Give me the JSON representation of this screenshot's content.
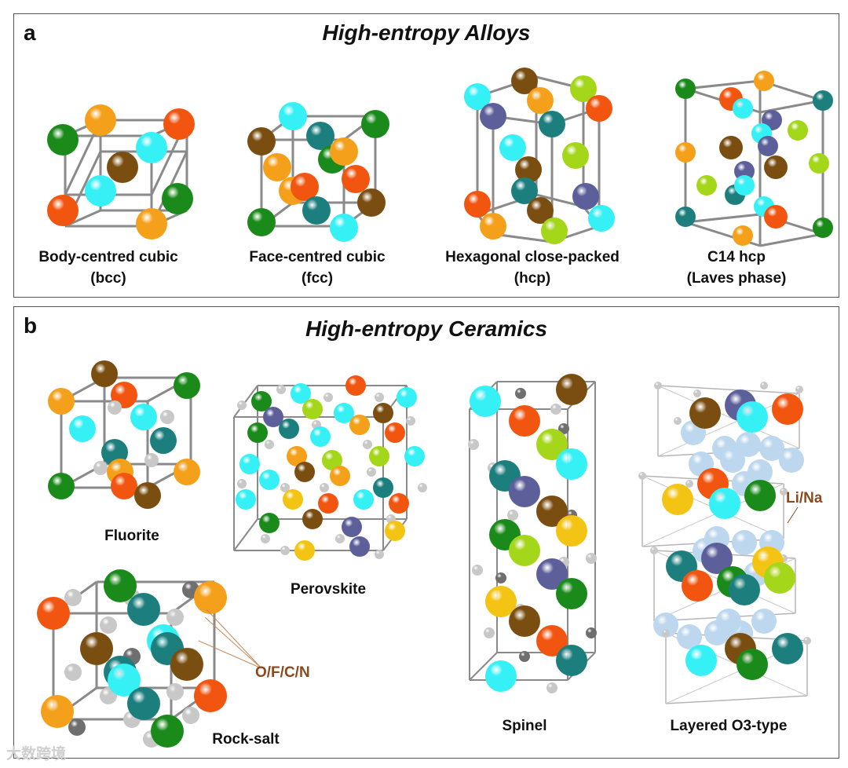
{
  "colors": {
    "orange": "#f5a01a",
    "red": "#f25510",
    "green": "#1a8a1a",
    "teal": "#1d7e7e",
    "cyan": "#35f0f5",
    "brown": "#7a4e10",
    "purple": "#5d5f9a",
    "lime": "#a4d61a",
    "yellow": "#f4c414",
    "lightblue": "#bcd7ee",
    "gray": "#c8c8c8",
    "darkgray": "#6f6f6f"
  },
  "panel_a": {
    "letter": "a",
    "title": "High-entropy Alloys",
    "structures": [
      {
        "label_line1": "Body-centred cubic",
        "label_line2": "(bcc)"
      },
      {
        "label_line1": "Face-centred cubic",
        "label_line2": "(fcc)"
      },
      {
        "label_line1": "Hexagonal close-packed",
        "label_line2": "(hcp)"
      },
      {
        "label_line1": "C14 hcp",
        "label_line2": "(Laves phase)"
      }
    ]
  },
  "panel_b": {
    "letter": "b",
    "title": "High-entropy Ceramics",
    "structures": [
      {
        "label": "Fluorite"
      },
      {
        "label": "Perovskite"
      },
      {
        "label": "Spinel"
      },
      {
        "label": "Layered O3-type"
      },
      {
        "label": "Rock-salt"
      }
    ],
    "annotations": {
      "anion": "O/F/C/N",
      "alkali": "Li/Na"
    }
  },
  "watermark": "大数跨境"
}
